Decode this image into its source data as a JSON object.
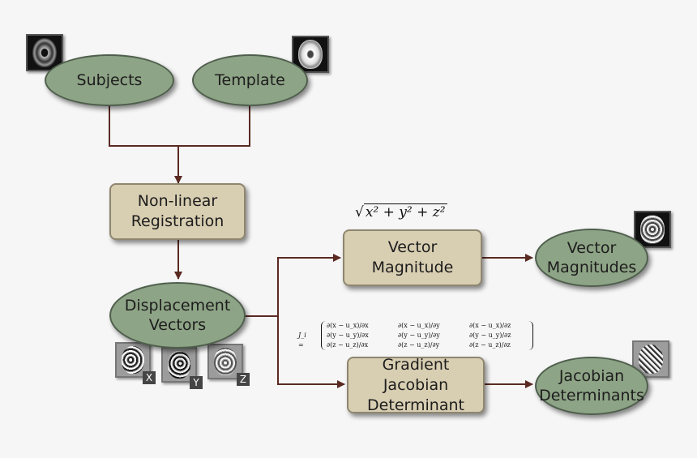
{
  "nodes": {
    "subjects": "Subjects",
    "template": "Template",
    "registration": "Non-linear\nRegistration",
    "displacement": "Displacement\nVectors",
    "vector_magnitude": "Vector\nMagnitude",
    "gradient_jacobian": "Gradient Jacobian\nDeterminant",
    "vector_magnitudes": "Vector\nMagnitudes",
    "jacobian_determinants": "Jacobian\nDeterminants"
  },
  "axis_tags": {
    "x": "X",
    "y": "Y",
    "z": "Z"
  },
  "formulas": {
    "magnitude": "√x² + y² + z²",
    "magnitude_radicand": "x² + y² + z²",
    "jacobian_lhs": "J_i =",
    "jacobian_rows": [
      [
        "∂(x − u_x)/∂x",
        "∂(x − u_x)/∂y",
        "∂(x − u_x)/∂z"
      ],
      [
        "∂(y − u_y)/∂x",
        "∂(y − u_y)/∂y",
        "∂(y − u_y)/∂z"
      ],
      [
        "∂(z − u_z)/∂x",
        "∂(z − u_z)/∂y",
        "∂(z − u_z)/∂z"
      ]
    ]
  },
  "colors": {
    "ellipse_fill": "#8ea486",
    "box_fill": "#d8ceb2",
    "arrow": "#5a2a22",
    "background": "#f6f6f6"
  }
}
